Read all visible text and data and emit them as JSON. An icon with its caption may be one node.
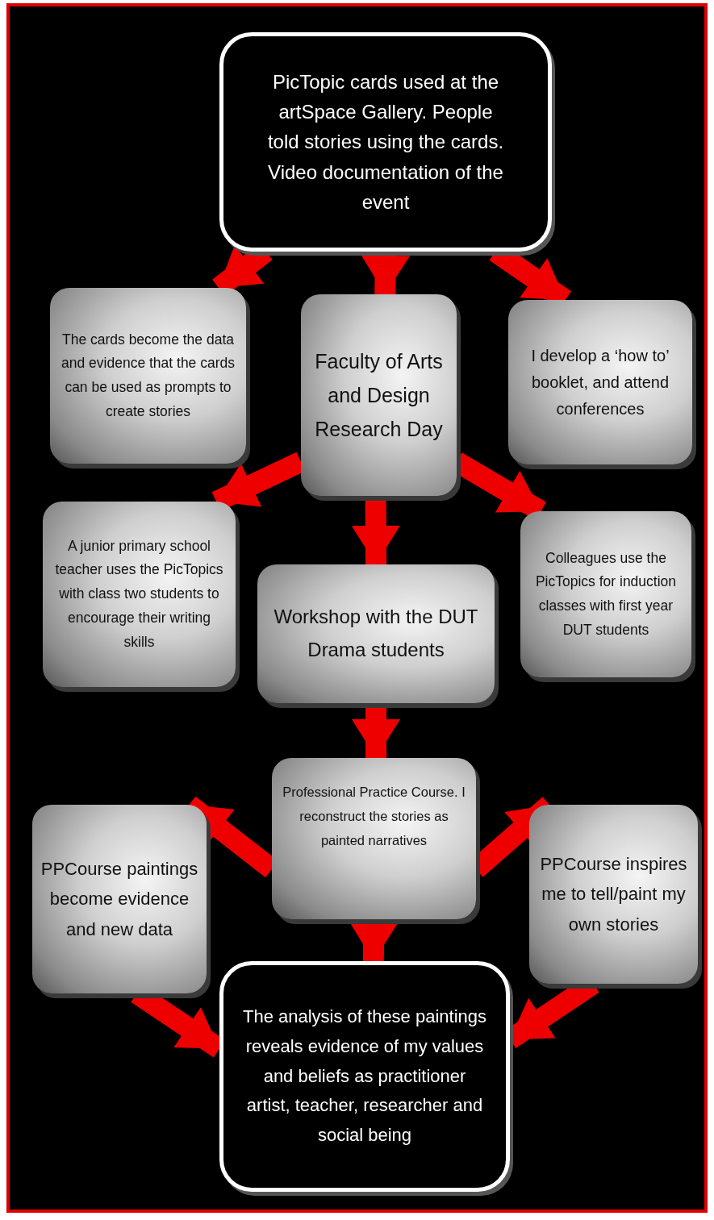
{
  "diagram": {
    "nodes": [
      {
        "text": [
          "PicTopic cards used at the artSpace Gallery. People told stories using the cards. Video documentation of the event"
        ]
      },
      {
        "text": [
          "The cards become the data and evidence that the cards can be used as prompts to create stories"
        ]
      },
      {
        "text": [
          "Faculty of Arts and Design Research Day"
        ]
      },
      {
        "text": [
          "I develop a ‘how to’ booklet, and attend conferences"
        ]
      },
      {
        "text": [
          "A junior primary school teacher uses the PicTopics with class two students to encourage their writing skills"
        ]
      },
      {
        "text": [
          "Workshop with the DUT Drama students"
        ]
      },
      {
        "text": [
          "Colleagues use the PicTopics for induction classes with first year DUT students"
        ]
      },
      {
        "text": [
          "Professional Practice Course. I reconstruct the stories as painted narratives"
        ]
      },
      {
        "text": [
          "PPCourse paintings become evidence and new data"
        ]
      },
      {
        "text": [
          "PPCourse inspires me to tell/paint my own stories"
        ]
      },
      {
        "text": [
          "The analysis of these paintings reveals evidence of my values and beliefs as practitioner artist, teacher, researcher and social being"
        ]
      }
    ],
    "edges": [
      {
        "from": 0,
        "to": 1,
        "arrow": "to"
      },
      {
        "from": 0,
        "to": 2,
        "arrow": "to"
      },
      {
        "from": 0,
        "to": 3,
        "arrow": "to"
      },
      {
        "from": 2,
        "to": 4,
        "arrow": "to"
      },
      {
        "from": 2,
        "to": 5,
        "arrow": "to"
      },
      {
        "from": 2,
        "to": 6,
        "arrow": "to"
      },
      {
        "from": 5,
        "to": 7,
        "arrow": "to"
      },
      {
        "from": 7,
        "to": 8,
        "arrow": "to"
      },
      {
        "from": 7,
        "to": 10,
        "arrow": "to"
      },
      {
        "from": 7,
        "to": 9,
        "arrow": "to"
      },
      {
        "from": 8,
        "to": 10,
        "arrow": "to"
      },
      {
        "from": 9,
        "to": 10,
        "arrow": "to"
      }
    ]
  }
}
